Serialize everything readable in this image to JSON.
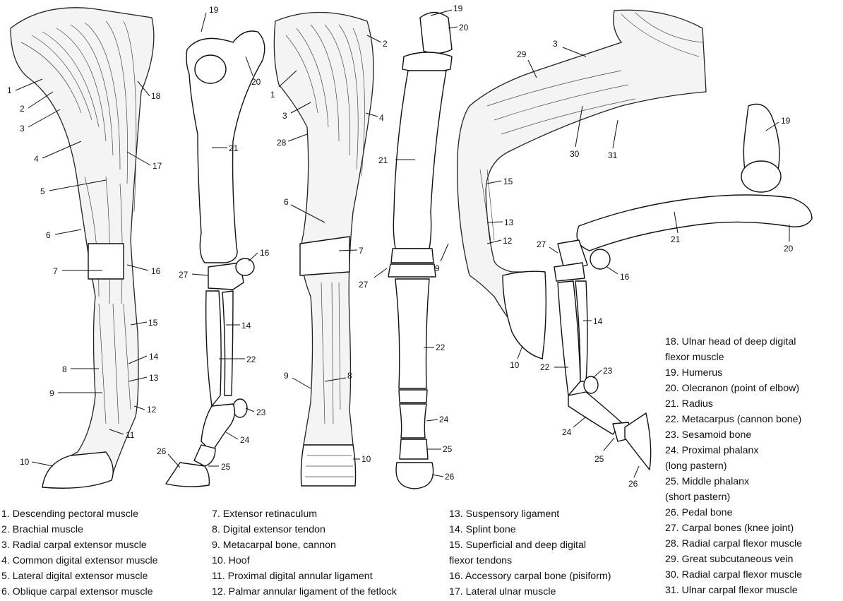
{
  "legend": {
    "col1": [
      "1. Descending pectoral muscle",
      "2. Brachial muscle",
      "3. Radial carpal extensor muscle",
      "4. Common digital extensor muscle",
      "5. Lateral digital extensor muscle",
      "6. Oblique carpal extensor muscle"
    ],
    "col2": [
      "7. Extensor retinaculum",
      "8. Digital extensor tendon",
      "9. Metacarpal bone, cannon",
      "10. Hoof",
      "11. Proximal digital annular ligament",
      "12. Palmar annular ligament of the fetlock"
    ],
    "col3": [
      "13. Suspensory ligament",
      "14. Splint bone",
      "15. Superficial and deep digital",
      "flexor tendons",
      "16. Accessory carpal bone (pisiform)",
      "17. Lateral ulnar muscle"
    ],
    "col4": [
      "18. Ulnar head of deep digital",
      "flexor muscle",
      "19. Humerus",
      "20. Olecranon (point of elbow)",
      "21. Radius",
      "22. Metacarpus (cannon bone)",
      "23. Sesamoid bone",
      "24. Proximal phalanx",
      "(long pastern)",
      "25. Middle phalanx",
      "(short pastern)",
      "26. Pedal bone",
      "27. Carpal bones (knee joint)",
      "28. Radial carpal flexor muscle",
      "29. Great subcutaneous vein",
      "30. Radial carpal flexor muscle",
      "31. Ulnar carpal flexor muscle"
    ]
  },
  "figure_labels": {
    "fig1": [
      "1",
      "2",
      "3",
      "4",
      "5",
      "6",
      "7",
      "8",
      "9",
      "10",
      "11",
      "12",
      "13",
      "14",
      "15",
      "16",
      "17",
      "18"
    ],
    "fig2": [
      "19",
      "20",
      "21",
      "16",
      "27",
      "14",
      "22",
      "23",
      "24",
      "26",
      "25"
    ],
    "fig3": [
      "2",
      "1",
      "3",
      "4",
      "28",
      "6",
      "7",
      "9",
      "8",
      "10"
    ],
    "fig4": [
      "19",
      "20",
      "21",
      "27",
      "22",
      "24",
      "25",
      "26"
    ],
    "fig5": [
      "3",
      "29",
      "30",
      "31",
      "15",
      "13",
      "12",
      "9",
      "10"
    ],
    "fig6": [
      "19",
      "21",
      "20",
      "27",
      "16",
      "14",
      "22",
      "23",
      "24",
      "25",
      "26"
    ]
  }
}
